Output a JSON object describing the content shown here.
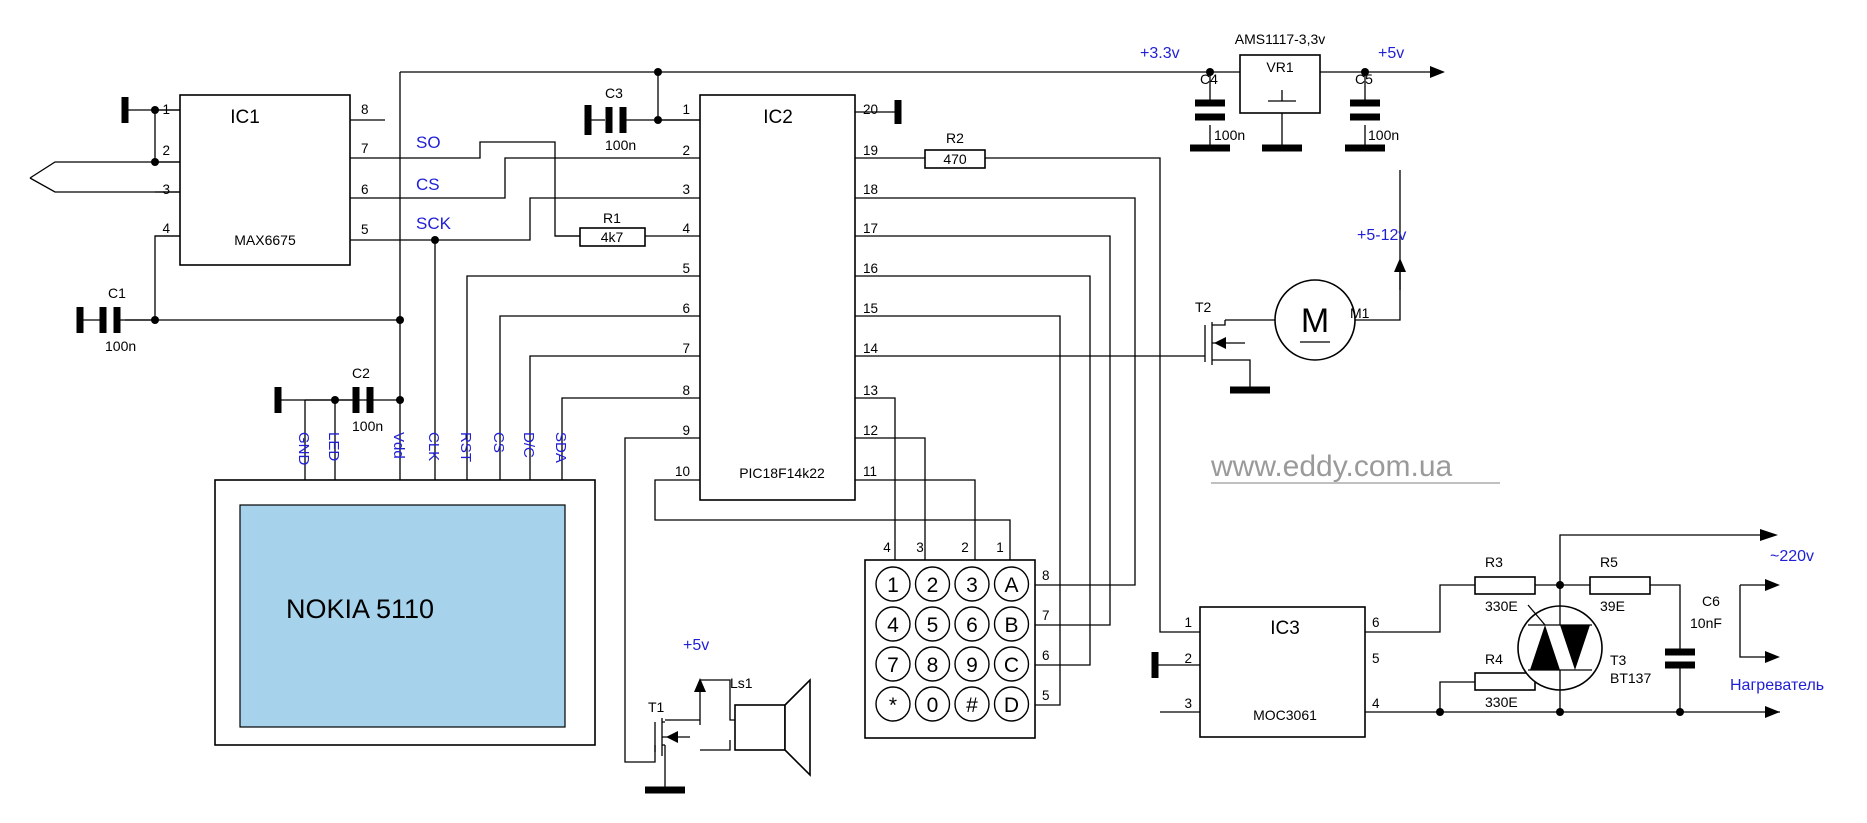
{
  "signals": {
    "so": "SO",
    "cs": "CS",
    "sck": "SCK"
  },
  "ic1": {
    "ref": "IC1",
    "part": "MAX6675",
    "pins": [
      "1",
      "2",
      "3",
      "4",
      "5",
      "6",
      "7",
      "8"
    ]
  },
  "ic2": {
    "ref": "IC2",
    "part": "PIC18F14k22",
    "pins": [
      "1",
      "2",
      "3",
      "4",
      "5",
      "6",
      "7",
      "8",
      "9",
      "10",
      "11",
      "12",
      "13",
      "14",
      "15",
      "16",
      "17",
      "18",
      "19",
      "20"
    ]
  },
  "ic3": {
    "ref": "IC3",
    "part": "MOC3061",
    "pins": [
      "1",
      "2",
      "3",
      "4",
      "5",
      "6"
    ]
  },
  "vr1": {
    "ref": "VR1",
    "part": "AMS1117-3,3v"
  },
  "rails": {
    "v33": "+3.3v",
    "v5": "+5v",
    "v5_12": "+5-12v",
    "v5_buzzer": "+5v",
    "mains": "~220v",
    "heater": "Нагреватель"
  },
  "resistors": {
    "r1": {
      "ref": "R1",
      "value": "4k7"
    },
    "r2": {
      "ref": "R2",
      "value": "470"
    },
    "r3": {
      "ref": "R3",
      "value": "330E"
    },
    "r4": {
      "ref": "R4",
      "value": "330E"
    },
    "r5": {
      "ref": "R5",
      "value": "39E"
    }
  },
  "capacitors": {
    "c1": {
      "ref": "C1",
      "value": "100n"
    },
    "c2": {
      "ref": "C2",
      "value": "100n"
    },
    "c3": {
      "ref": "C3",
      "value": "100n"
    },
    "c4": {
      "ref": "C4",
      "value": "100n"
    },
    "c5": {
      "ref": "C5",
      "value": "100n"
    },
    "c6": {
      "ref": "C6",
      "value": "10nF"
    }
  },
  "transistors": {
    "t1": "T1",
    "t2": "T2",
    "t3": "T3",
    "t3_part": "BT137"
  },
  "motor": {
    "ref": "M1",
    "symbol": "M"
  },
  "speaker": {
    "ref": "Ls1"
  },
  "lcd": {
    "name": "NOKIA 5110",
    "pins": [
      "GND",
      "LED",
      "Vdd",
      "CLK",
      "RST",
      "CS",
      "D/C",
      "SDA"
    ]
  },
  "keypad": {
    "keys": [
      "1",
      "2",
      "3",
      "A",
      "4",
      "5",
      "6",
      "B",
      "7",
      "8",
      "9",
      "C",
      "*",
      "0",
      "#",
      "D"
    ],
    "top_pins": [
      "4",
      "3",
      "2",
      "1"
    ],
    "side_pins": [
      "8",
      "7",
      "6",
      "5"
    ]
  },
  "watermark": "www.eddy.com.ua",
  "colors": {
    "ink": "#000000",
    "label_blue": "#1f1fd6",
    "lcd_screen": "#a6d3eb",
    "watermark": "#9a9a9a"
  }
}
